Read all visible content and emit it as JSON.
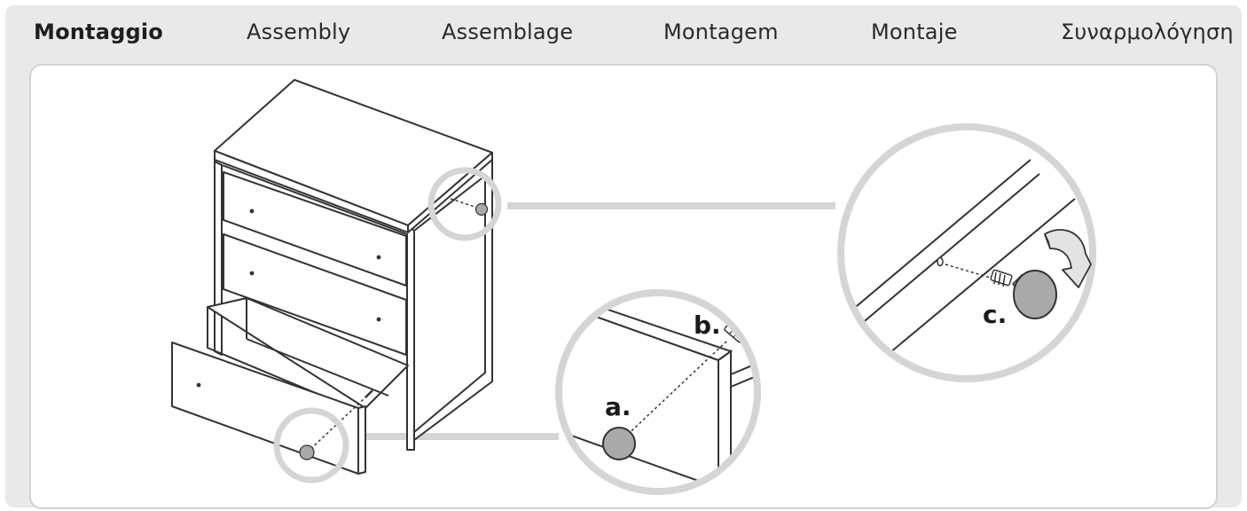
{
  "tabs": [
    {
      "label": "Montaggio",
      "active": true
    },
    {
      "label": "Assembly",
      "active": false
    },
    {
      "label": "Assemblage",
      "active": false
    },
    {
      "label": "Montagem",
      "active": false
    },
    {
      "label": "Montaje",
      "active": false
    },
    {
      "label": "Συναρμολόγηση",
      "active": false
    }
  ],
  "callouts": {
    "a": "a.",
    "b": "b.",
    "c": "c."
  },
  "colors": {
    "frame": "#e9e9e9",
    "panel_border": "#d2d2d2",
    "callout_circle": "#d5d5d5",
    "knob": "#a9a9a9",
    "line": "#333333"
  }
}
